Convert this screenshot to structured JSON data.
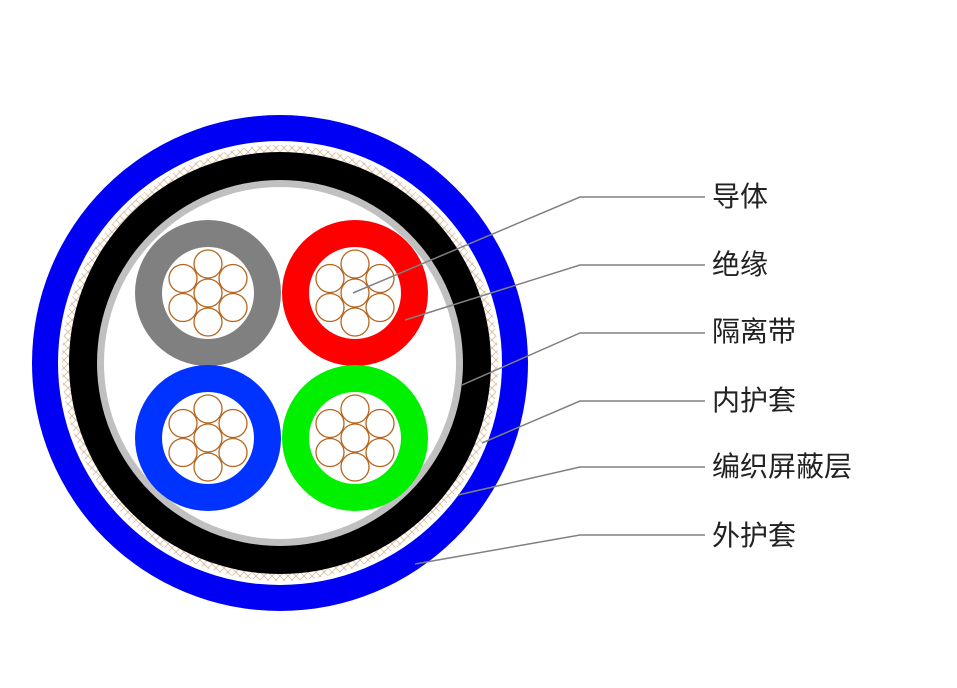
{
  "labels": [
    "导体",
    "绝缘",
    "隔离带",
    "内护套",
    "编织屏蔽层",
    "外护套"
  ],
  "colors": {
    "outer_sheath": "#0000f5",
    "braid": "#d9b99a",
    "inner_sheath": "#000000",
    "separator_tape": "#c0c0c0",
    "strand": "#b5651d",
    "leader": "#808080",
    "cores": [
      "#808080",
      "#ff0000",
      "#0033ff",
      "#00f000"
    ]
  }
}
